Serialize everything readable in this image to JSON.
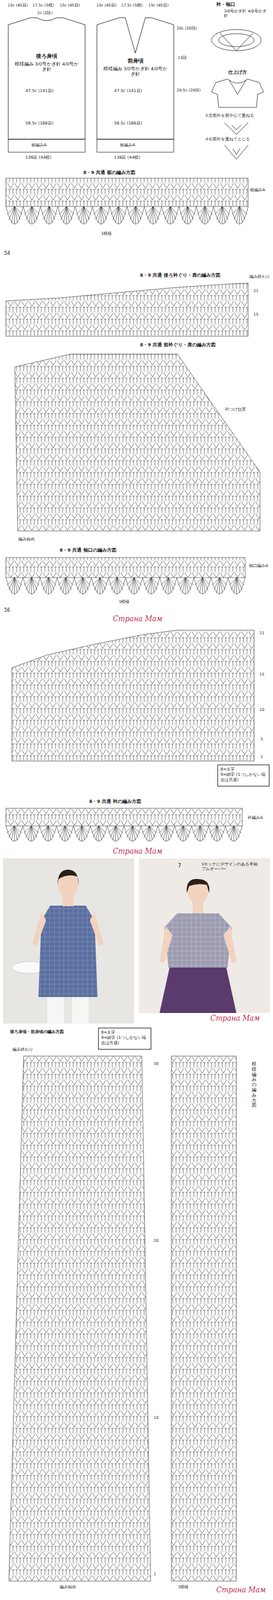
{
  "diagram": {
    "nodes": [
      {
        "text": [
          "後ろ身頃",
          "模様編み 3/0号かぎ針 4/0号かぎ針"
        ]
      },
      {
        "text": [
          "前身頃",
          "模様編み 3/0号かぎ針 4/0号かぎ針"
        ]
      },
      {
        "text": [
          "8=太字",
          "9=細字 (1つしかない場合は共通)"
        ]
      },
      {
        "text": [
          "8=太字",
          "9=細字 (1つしかない場合は共通)"
        ]
      }
    ],
    "labels": [
      "15c (45目)",
      "17.5c (5模)",
      "15c (45目)",
      "15c (45目)",
      "17.5c (5模)",
      "15c (45目)",
      "2c (2段)",
      "20c (20段)",
      "15段",
      "29.5c (29段)",
      "47.5c (141目)",
      "47.5c (141目)",
      "56.5c (166目)",
      "56.5c (166目)",
      "裾編みA",
      "裾編みA",
      "136目 (44模)",
      "136目 (44模)",
      "衿・袖口",
      "3/0号かぎ針 4/0号かぎ針",
      "仕上げ方",
      "①左前衿を前中心で重ねる",
      "②右前衿を重ねてとじる",
      "8・9 共通 裾の編み方図",
      "裾編みA",
      "1模様",
      "54",
      "8・9 共通 後ろ衿ぐり・肩の編み方図",
      "編み終わり",
      "21",
      "15",
      "8・9 共通 前衿ぐり・肩の編み方図",
      "衿つけ位置",
      "編み始め",
      "8・9 共通 袖口の編み方図",
      "1模様",
      "袖口編みA",
      "56",
      "Страна Мам",
      "21",
      "15",
      "10",
      "5",
      "1",
      "8・9 共通 衿の編み方図",
      "衿編みA",
      "Страна Мам",
      "7",
      "Vネックにデザインのある半袖プルオーバー",
      "Страна Мам",
      "後ろ身頃・前身頃の編み方図",
      "編み終わり",
      "30",
      "20",
      "10",
      "1",
      "編み始め",
      "Страна Мам",
      "模様編みの編み方図",
      "1模様"
    ]
  }
}
